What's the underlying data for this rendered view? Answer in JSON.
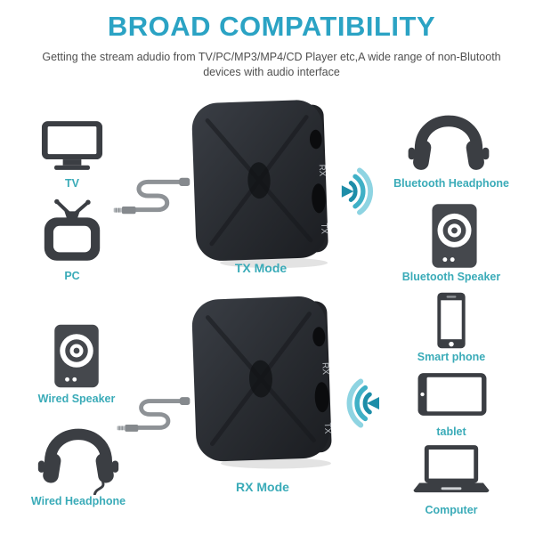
{
  "colors": {
    "title": "#2ba3c4",
    "subtitle": "#4f4f4f",
    "label": "#3aabb8",
    "icon_dark": "#3b3e43",
    "signal_dark": "#1d8da8",
    "signal_mid": "#3fb0c6",
    "signal_light": "#8ed4e2",
    "cable": "#8e9296"
  },
  "header": {
    "title": "BROAD COMPATIBILITY",
    "subtitle_line1": "Getting the stream adudio from TV/PC/MP3/MP4/CD Player etc,A wide range of non-Blutooth",
    "subtitle_line2": "devices with audio interface"
  },
  "tx_section": {
    "source_devices": [
      {
        "label": "TV",
        "icon": "tv-icon"
      },
      {
        "label": "PC",
        "icon": "retro-tv-icon"
      }
    ],
    "cable_icon": "aux-cable-icon",
    "adapter": {
      "label": "TX Mode",
      "side_button_labels": [
        "RX",
        "TX"
      ]
    },
    "signal_icon": "bluetooth-signal-right-icon",
    "target_devices": [
      {
        "label": "Bluetooth Headphone",
        "icon": "headphone-icon"
      },
      {
        "label": "Bluetooth Speaker",
        "icon": "speaker-icon"
      }
    ]
  },
  "rx_section": {
    "source_devices": [
      {
        "label": "Wired Speaker",
        "icon": "speaker-icon"
      },
      {
        "label": "Wired Headphone",
        "icon": "wired-headphone-icon"
      }
    ],
    "cable_icon": "aux-cable-icon",
    "adapter": {
      "label": "RX Mode",
      "side_button_labels": [
        "RX",
        "TX"
      ]
    },
    "signal_icon": "bluetooth-signal-left-icon",
    "target_devices": [
      {
        "label": "Smart phone",
        "icon": "smartphone-icon"
      },
      {
        "label": "tablet",
        "icon": "tablet-icon"
      },
      {
        "label": "Computer",
        "icon": "laptop-icon"
      }
    ]
  }
}
